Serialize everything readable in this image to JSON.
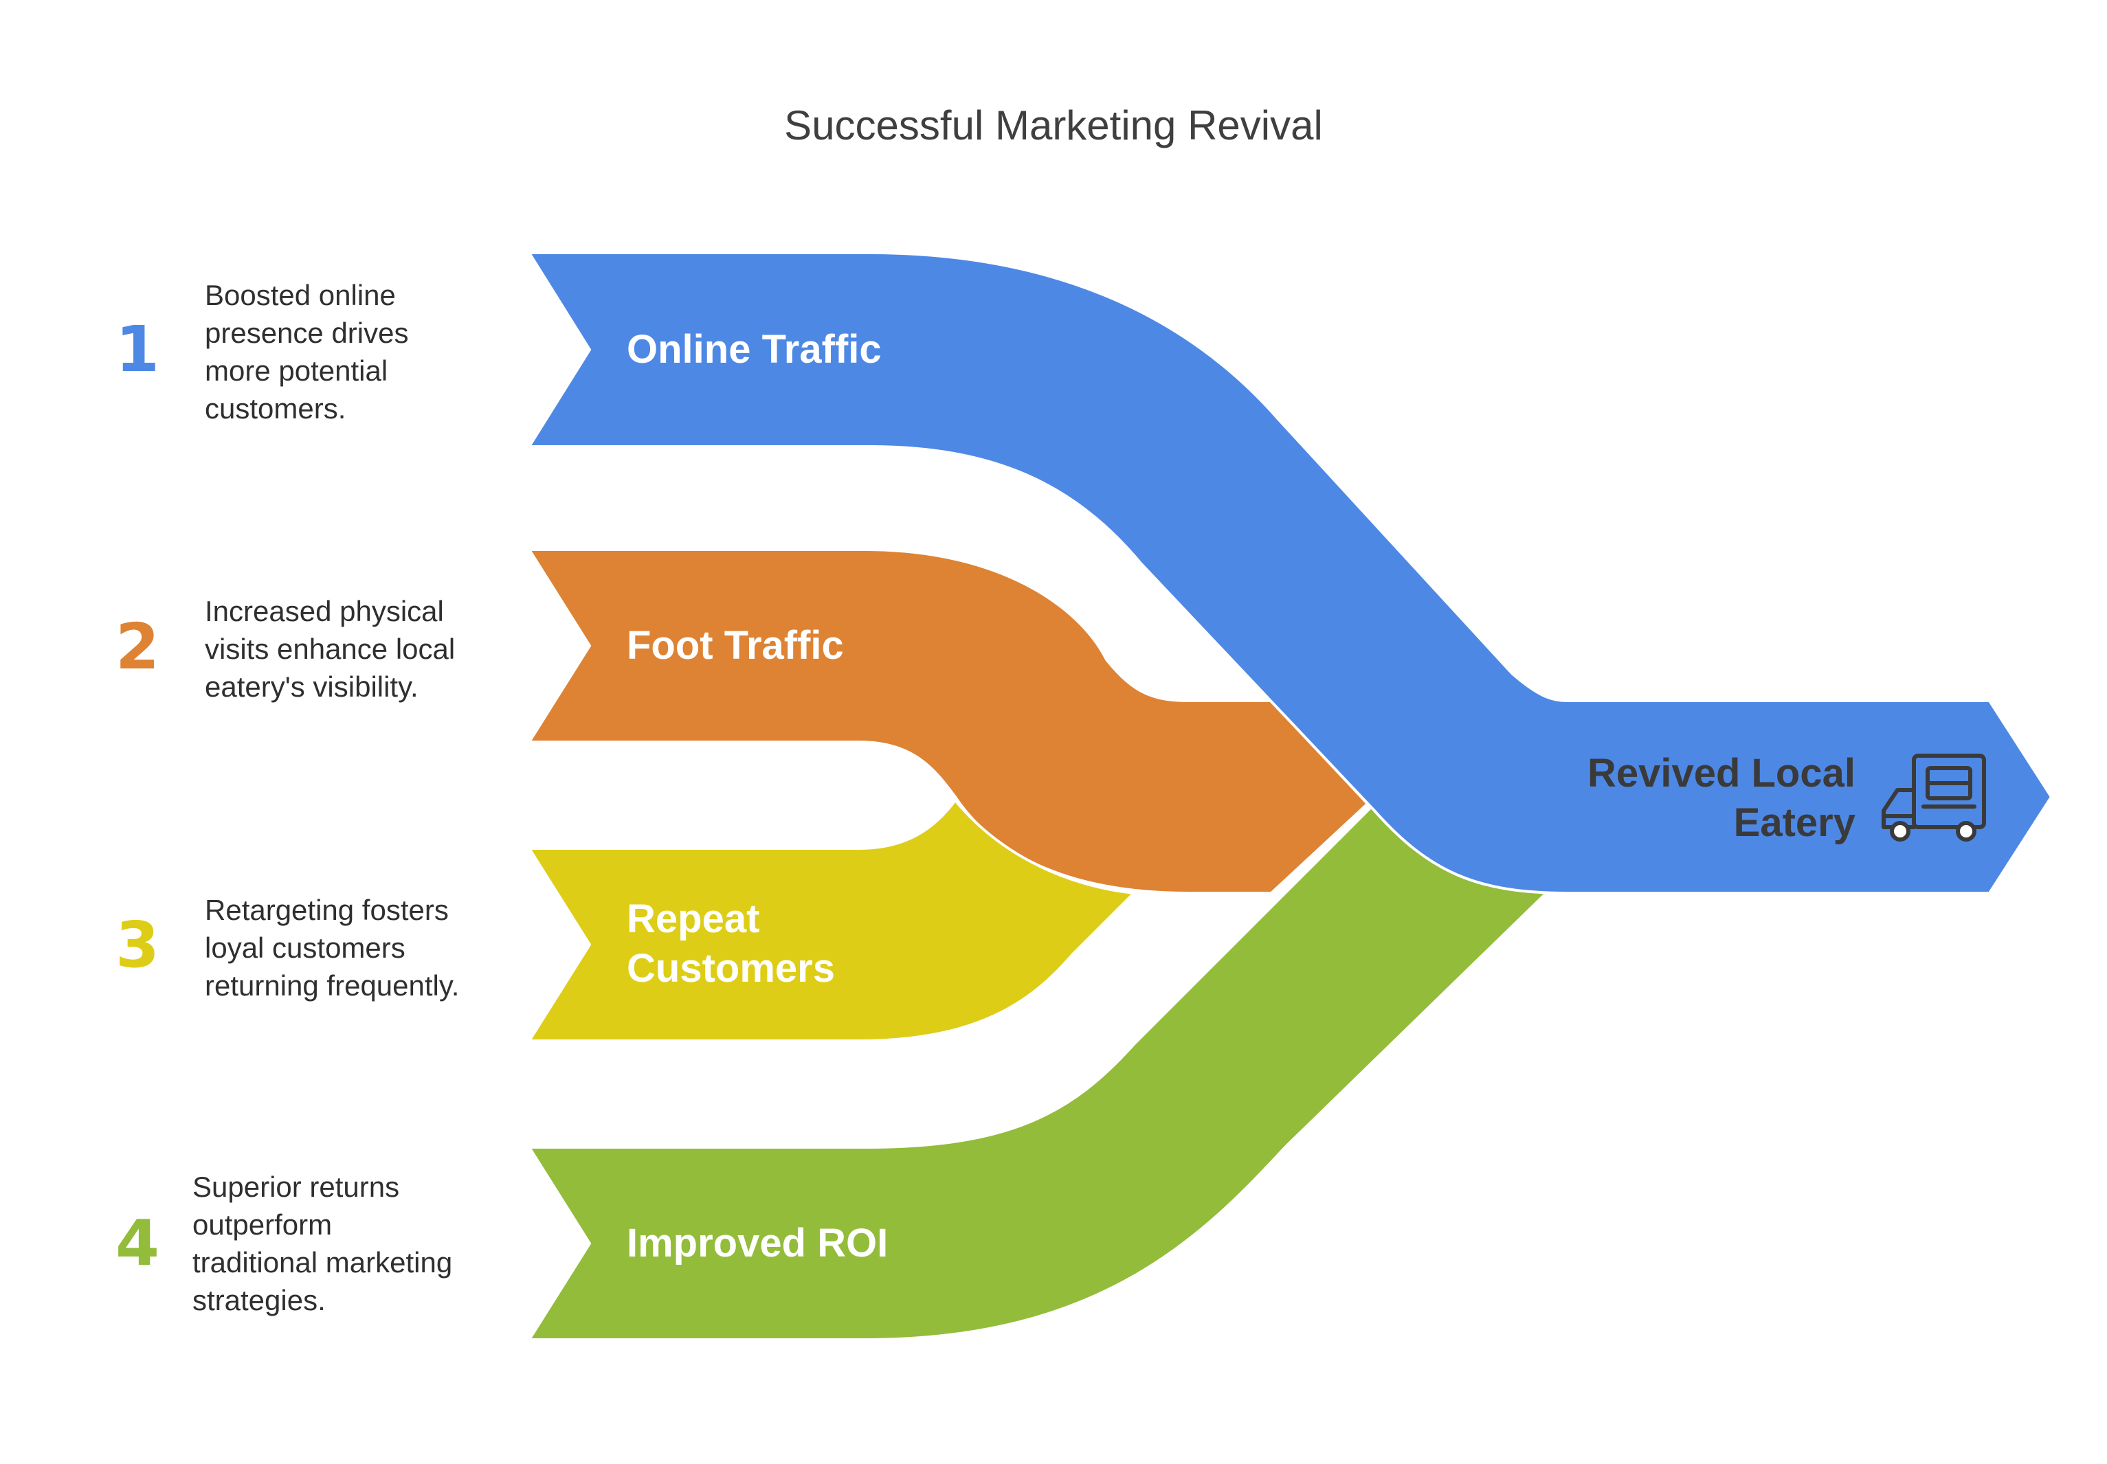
{
  "title": "Successful Marketing Revival",
  "colors": {
    "blue": "#4E88E5",
    "orange": "#DD8333",
    "yellow": "#DECD16",
    "green": "#92BC3A",
    "outcome_text": "#3a3a3a"
  },
  "steps": [
    {
      "number": "1",
      "label": "Online Traffic",
      "description": [
        "Boosted online",
        "presence drives",
        "more potential",
        "customers."
      ]
    },
    {
      "number": "2",
      "label": "Foot Traffic",
      "description": [
        "Increased physical",
        "visits enhance local",
        "eatery's visibility."
      ]
    },
    {
      "number": "3",
      "label": "Repeat Customers",
      "label_lines": [
        "Repeat",
        "Customers"
      ],
      "description": [
        "Retargeting fosters",
        "loyal customers",
        "returning frequently."
      ]
    },
    {
      "number": "4",
      "label": "Improved ROI",
      "description": [
        "Superior returns",
        "outperform",
        "traditional marketing",
        "strategies."
      ]
    }
  ],
  "outcome": {
    "label_lines": [
      "Revived Local",
      "Eatery"
    ],
    "icon": "food-truck-icon"
  }
}
